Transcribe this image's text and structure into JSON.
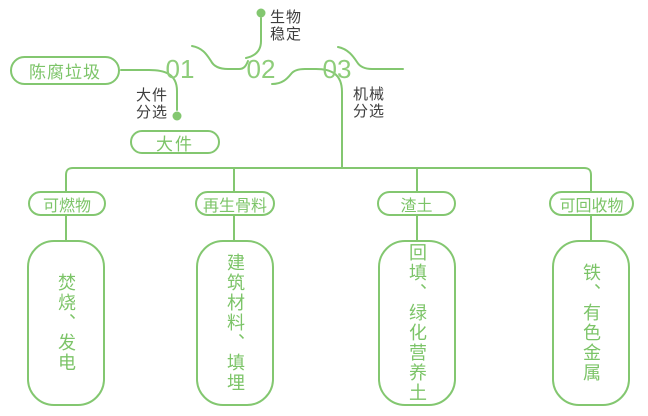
{
  "colors": {
    "green_line": "#83c770",
    "green_text": "#7cc468",
    "green_number": "#8ecd7a",
    "dark_text": "#3d3d3d",
    "background": "#ffffff"
  },
  "source": {
    "label": "陈腐垃圾"
  },
  "steps": [
    {
      "number": "01",
      "label_line1": "大件",
      "label_line2": "分选",
      "branch_output": "大件"
    },
    {
      "number": "02",
      "label_line1": "生物",
      "label_line2": "稳定"
    },
    {
      "number": "03",
      "label_line1": "机械",
      "label_line2": "分选"
    }
  ],
  "outputs": [
    {
      "category": "可燃物",
      "result": "焚烧、发电"
    },
    {
      "category": "再生骨料",
      "result": "建筑材料、填埋"
    },
    {
      "category": "渣土",
      "result": "回填、绿化营养土"
    },
    {
      "category": "可回收物",
      "result": "铁、有色金属"
    }
  ]
}
